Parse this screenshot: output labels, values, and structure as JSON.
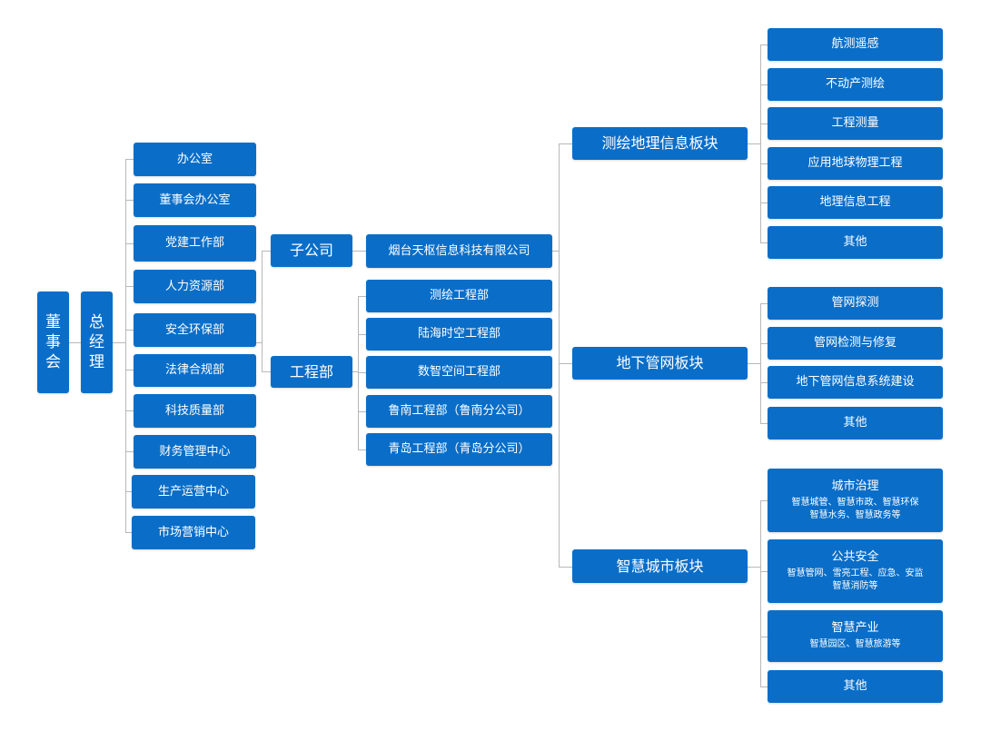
{
  "board": "董事会",
  "gm": "总经理",
  "departments": [
    "办公室",
    "董事会办公室",
    "党建工作部",
    "人力资源部",
    "安全环保部",
    "法律合规部",
    "科技质量部",
    "财务管理中心",
    "生产运营中心",
    "市场营销中心"
  ],
  "subsidiary": {
    "label": "子公司",
    "items": [
      "烟台天枢信息科技有限公司"
    ]
  },
  "engineering": {
    "label": "工程部",
    "items": [
      "测绘工程部",
      "陆海时空工程部",
      "数智空间工程部",
      "鲁南工程部（鲁南分公司）",
      "青岛工程部（青岛分公司）"
    ]
  },
  "segments": [
    {
      "label": "测绘地理信息板块",
      "items": [
        {
          "title": "航测遥感"
        },
        {
          "title": "不动产测绘"
        },
        {
          "title": "工程测量"
        },
        {
          "title": "应用地球物理工程"
        },
        {
          "title": "地理信息工程"
        },
        {
          "title": "其他"
        }
      ]
    },
    {
      "label": "地下管网板块",
      "items": [
        {
          "title": "管网探测"
        },
        {
          "title": "管网检测与修复"
        },
        {
          "title": "地下管网信息系统建设"
        },
        {
          "title": "其他"
        }
      ]
    },
    {
      "label": "智慧城市板块",
      "items": [
        {
          "title": "城市治理",
          "lines": [
            "智慧城管、智慧市政、智慧环保",
            "智慧水务、智慧政务等"
          ]
        },
        {
          "title": "公共安全",
          "lines": [
            "智慧管网、雪亮工程、应急、安监",
            "智慧消防等"
          ]
        },
        {
          "title": "智慧产业",
          "lines": [
            "智慧园区、智慧旅游等"
          ]
        },
        {
          "title": "其他"
        }
      ]
    }
  ]
}
